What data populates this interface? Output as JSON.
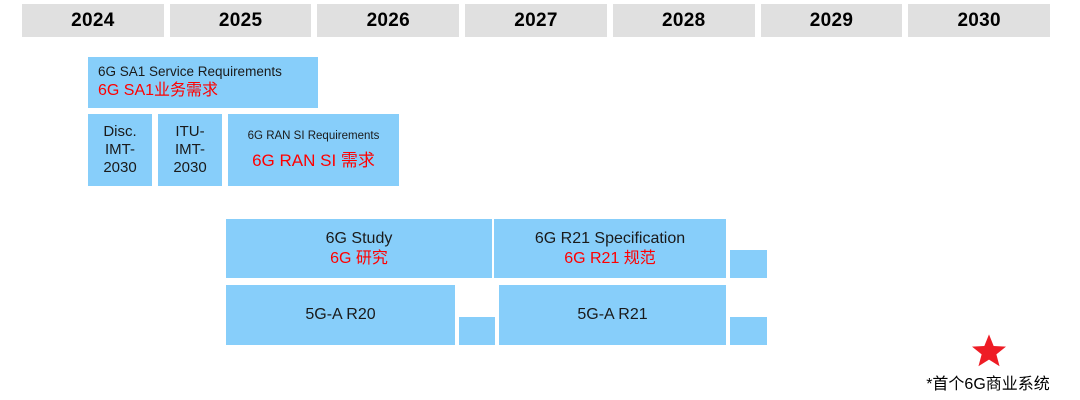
{
  "timeline": {
    "years": [
      "2024",
      "2025",
      "2026",
      "2027",
      "2028",
      "2029",
      "2030"
    ]
  },
  "bars": {
    "sa1": {
      "en": "6G SA1 Service Requirements",
      "zh": "6G SA1业务需求"
    },
    "disc_imt": {
      "line1": "Disc.",
      "line2": "IMT-",
      "line3": "2030"
    },
    "itu_imt": {
      "line1": "ITU-",
      "line2": "IMT-",
      "line3": "2030"
    },
    "ran_si": {
      "en": "6G RAN SI Requirements",
      "zh": "6G RAN SI 需求"
    },
    "study_6g": {
      "en": "6G Study",
      "zh": "6G 研究"
    },
    "r21_spec": {
      "en": "6G R21 Specification",
      "zh": "6G R21 规范"
    },
    "fiveg_a_r20": {
      "en": "5G-A R20"
    },
    "fiveg_a_r21": {
      "en": "5G-A R21"
    }
  },
  "marker": {
    "icon": "star-icon",
    "footnote": "*首个6G商业系统",
    "color": "#ee1c25"
  },
  "colors": {
    "bar_blue": "#87cefa",
    "header_gray": "#e0e0e0",
    "accent_red": "#ff0000",
    "text_black": "#1a1a1a"
  }
}
